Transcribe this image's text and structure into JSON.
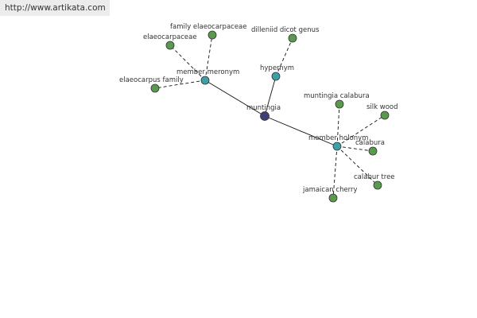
{
  "header": {
    "url": "http://www.artikata.com"
  },
  "colors": {
    "center": "#3d3f7a",
    "relation": "#3f9fa6",
    "leaf": "#5a9a4e"
  },
  "nodes": {
    "center": "muntingia",
    "member_meronym": "member meronym",
    "hypernym": "hypernym",
    "member_holonym": "member holonym",
    "elaeocarpaceae": "elaeocarpaceae",
    "family_elaeocarpaceae": "family elaeocarpaceae",
    "elaeocarpus_family": "elaeocarpus family",
    "dilleniid_dicot_genus": "dilleniid dicot genus",
    "muntingia_calabura": "muntingia calabura",
    "silk_wood": "silk wood",
    "calabura": "calabura",
    "calabur_tree": "calabur tree",
    "jamaican_cherry": "jamaican cherry"
  }
}
